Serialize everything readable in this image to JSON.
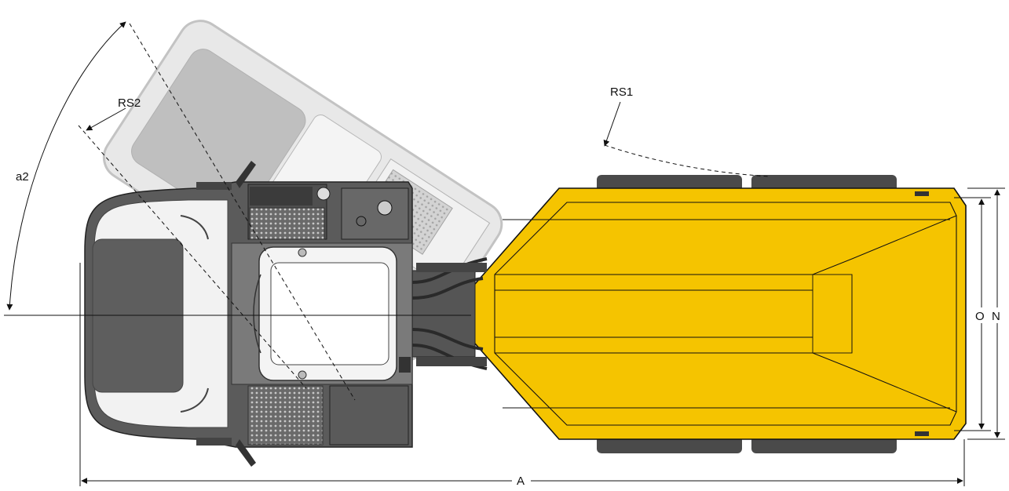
{
  "labels": {
    "rs1": "RS1",
    "rs2": "RS2",
    "a2": "a2",
    "o": "O",
    "n": "N",
    "a": "A"
  },
  "colors": {
    "dumper_body": "#f5c400",
    "dumper_body_dark": "#e0a800",
    "cab_dark": "#555555",
    "cab_mid": "#777777",
    "cab_light": "#f2f2f2",
    "ghost": "#bdbdbd",
    "tire": "#4a4a4a",
    "line": "#111111"
  }
}
